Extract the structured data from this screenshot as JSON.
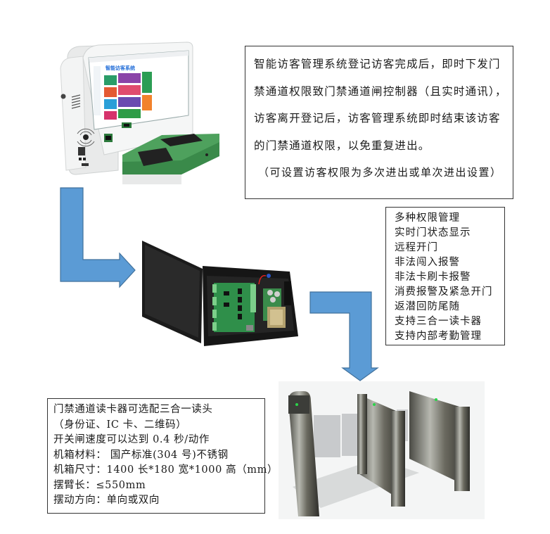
{
  "description_box": {
    "lines": [
      "智能访客管理系统登记访客完成后，即时下发门",
      "禁通道权限致门禁通道闸控制器（且实时通讯），",
      "访客离开登记后，访客管理系统即时结束该访客",
      "的门禁通道权限，以免重复进出。"
    ],
    "note": "（可设置访客权限为多次进出或单次进出设置）"
  },
  "controller_features": {
    "items": [
      "多种权限管理",
      "实时门状态显示",
      "远程开门",
      "非法闯入报警",
      "非法卡刷卡报警",
      "消费报警及紧急开门",
      "返潜回防尾随",
      "支持三合一读卡器",
      "支持内部考勤管理"
    ]
  },
  "gate_specs": {
    "items": [
      "门禁通道读卡器可选配三合一读头",
      "（身份证、IC 卡、二维码）",
      "开关闸速度可以达到 0.4 秒/动作",
      "机箱材料：  国产标准(304 号)不锈钢",
      "机箱尺寸：1400 长*180 宽*1000 高（mm）",
      "摆臂长：≤550mm",
      "摆动方向：单向或双向"
    ]
  },
  "images": {
    "kiosk": "visitor-registration-kiosk",
    "kiosk_screen_title": "智能访客系统",
    "controller": "access-control-panel",
    "gates": "swing-barrier-turnstiles"
  },
  "colors": {
    "arrow_fill": "#5b9bd5",
    "arrow_stroke": "#41719c",
    "kiosk_green": "#3a8a4a",
    "border": "#333333"
  }
}
